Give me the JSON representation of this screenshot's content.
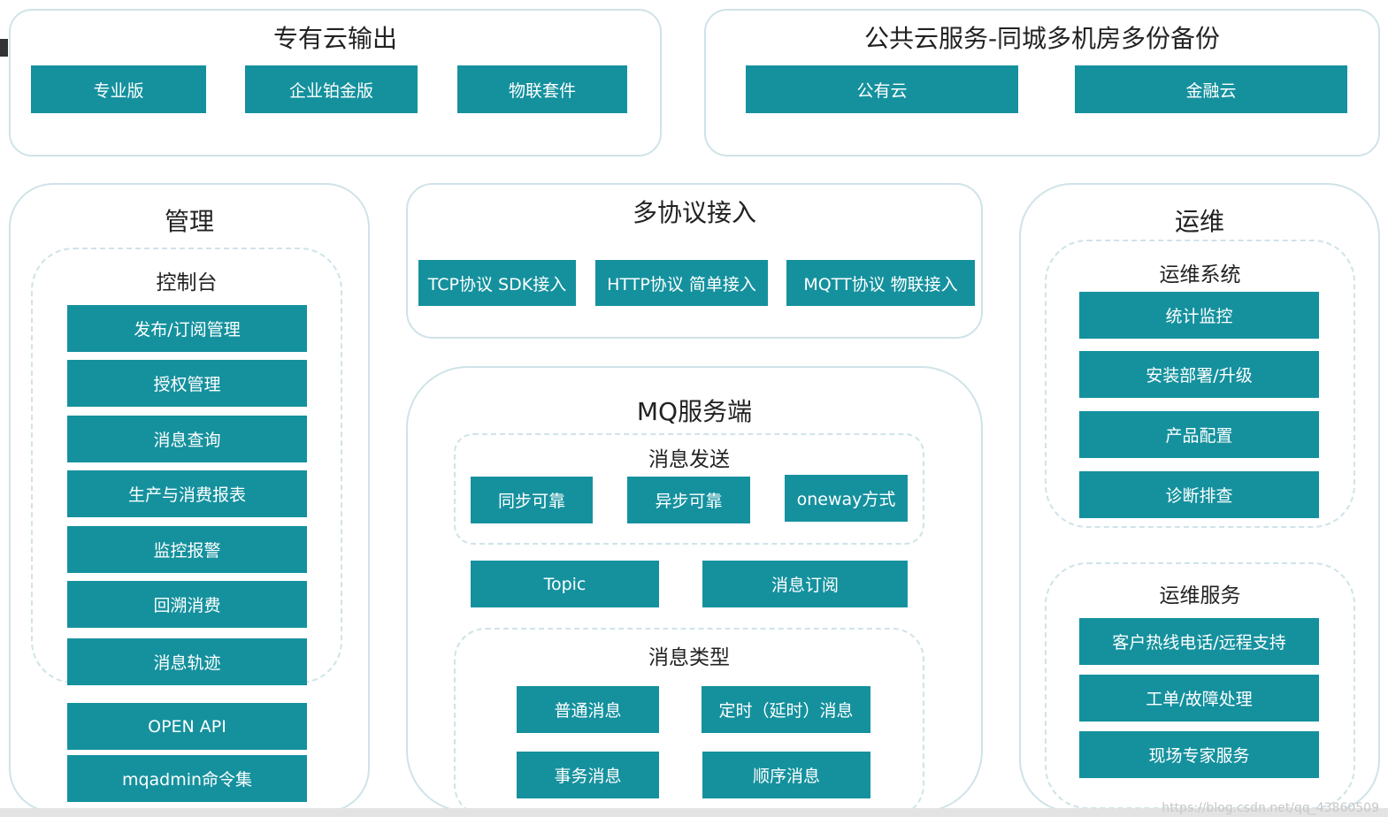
{
  "private_cloud": {
    "title": "专有云输出",
    "items": [
      "专业版",
      "企业铂金版",
      "物联套件"
    ]
  },
  "public_cloud": {
    "title": "公共云服务-同城多机房多份备份",
    "items": [
      "公有云",
      "金融云"
    ]
  },
  "management": {
    "title": "管理",
    "console": {
      "title": "控制台",
      "items": [
        "发布/订阅管理",
        "授权管理",
        "消息查询",
        "生产与消费报表",
        "监控报警",
        "回溯消费",
        "消息轨迹"
      ]
    },
    "extra": [
      "OPEN API",
      "mqadmin命令集"
    ]
  },
  "protocol": {
    "title": "多协议接入",
    "items": [
      "TCP协议 SDK接入",
      "HTTP协议 简单接入",
      "MQTT协议  物联接入"
    ]
  },
  "mq_server": {
    "title": "MQ服务端",
    "send": {
      "title": "消息发送",
      "items": [
        "同步可靠",
        "异步可靠",
        "oneway方式"
      ]
    },
    "middle": [
      "Topic",
      "消息订阅"
    ],
    "types": {
      "title": "消息类型",
      "items": [
        "普通消息",
        "定时（延时）消息",
        "事务消息",
        "顺序消息"
      ]
    }
  },
  "ops": {
    "title": "运维",
    "system": {
      "title": "运维系统",
      "items": [
        "统计监控",
        "安装部署/升级",
        "产品配置",
        "诊断排查"
      ]
    },
    "service": {
      "title": "运维服务",
      "items": [
        "客户热线电话/远程支持",
        "工单/故障处理",
        "现场专家服务"
      ]
    }
  },
  "watermark": "https://blog.csdn.net/qq_43860509",
  "colors": {
    "button": "#15919e",
    "border": "#cfe3e8"
  }
}
